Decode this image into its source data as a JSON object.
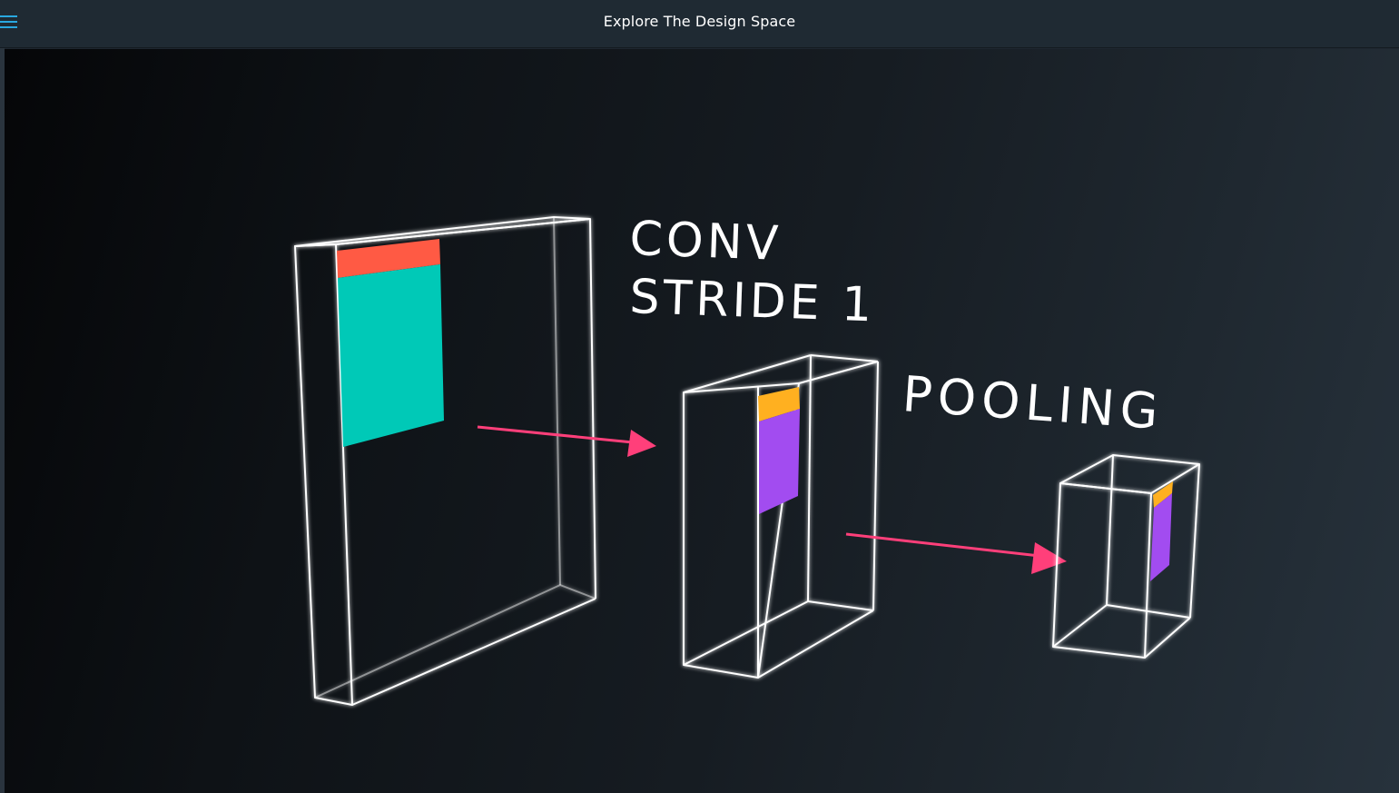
{
  "header": {
    "title": "Explore The Design Space",
    "menu_icon": "hamburger-menu-icon"
  },
  "video": {
    "label_conv": "CONV",
    "label_stride": "STRIDE 1",
    "label_pooling": "POOLING",
    "colors": {
      "box_stroke": "#ffffff",
      "kernel_top": "#ff5a44",
      "kernel_body": "#00c9b7",
      "feature_top": "#ffb020",
      "feature_body": "#a24cf0",
      "arrow": "#ff3f7a"
    }
  }
}
